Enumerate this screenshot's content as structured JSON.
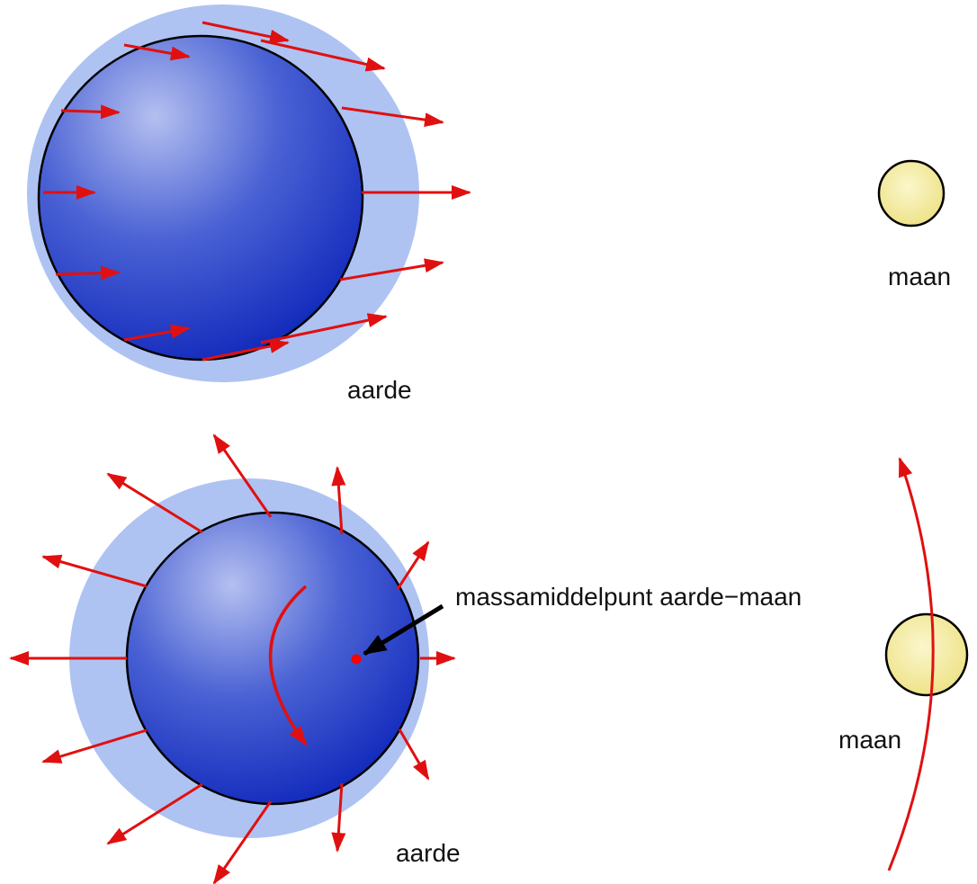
{
  "top_panel": {
    "earth_label": "aarde",
    "moon_label": "maan"
  },
  "bottom_panel": {
    "earth_label": "aarde",
    "moon_label": "maan",
    "barycenter_label": "massamiddelpunt aarde−maan"
  },
  "colors": {
    "earth_dark": "#0a22b8",
    "earth_light": "#b4bff0",
    "tidal_bulge": "#aec3f2",
    "moon": "#f2e898",
    "arrow": "#e01010",
    "pointer": "#000000"
  }
}
